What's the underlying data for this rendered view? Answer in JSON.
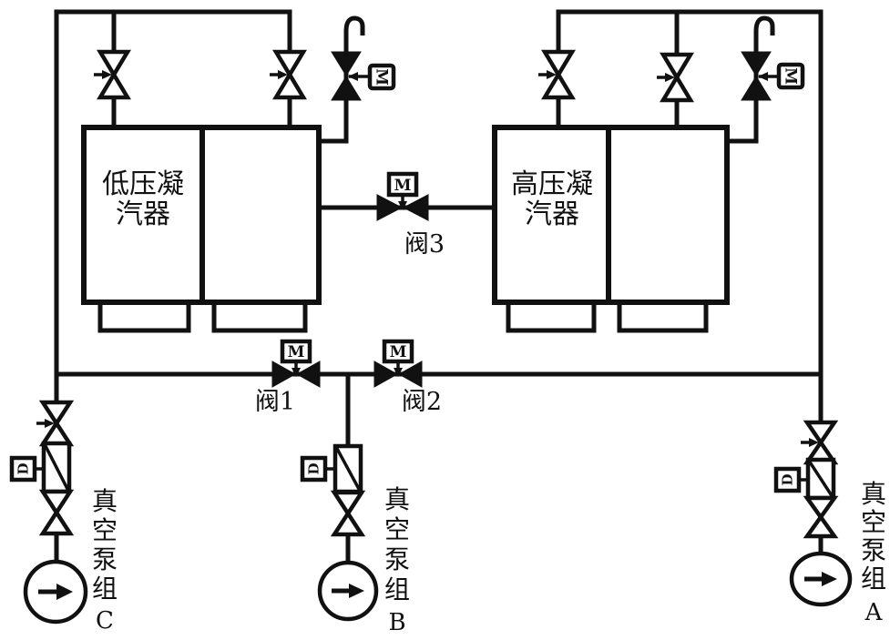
{
  "condensers": {
    "lp": {
      "name": "低压凝汽器",
      "line1": "低压凝",
      "line2": "汽器"
    },
    "hp": {
      "name": "高压凝汽器",
      "line1": "高压凝",
      "line2": "汽器"
    }
  },
  "valves": {
    "valve1": {
      "label": "阀1",
      "actuator": "M"
    },
    "valve2": {
      "label": "阀2",
      "actuator": "M"
    },
    "valve3": {
      "label": "阀3",
      "actuator": "M"
    },
    "vent_left": {
      "actuator": "M"
    },
    "vent_right": {
      "actuator": "M"
    }
  },
  "detector_letter": "D",
  "pumps": {
    "c": {
      "name": "真空泵组",
      "chars": [
        "真",
        "空",
        "泵",
        "组"
      ],
      "letter": "C"
    },
    "b": {
      "name": "真空泵组",
      "chars": [
        "真",
        "空",
        "泵",
        "组"
      ],
      "letter": "B"
    },
    "a": {
      "name": "真空泵组",
      "chars": [
        "真",
        "空",
        "泵",
        "组"
      ],
      "letter": "A"
    }
  },
  "colors": {
    "line": "#111111",
    "background": "#ffffff"
  }
}
